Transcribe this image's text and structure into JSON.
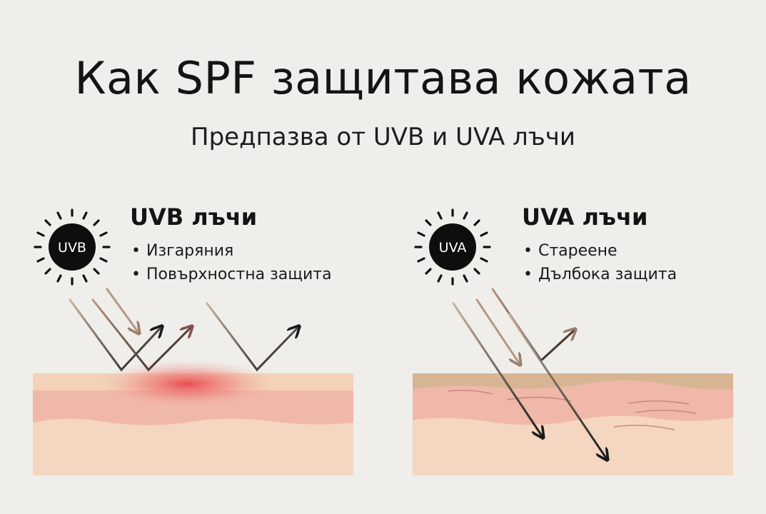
{
  "title": "Как SPF защитава кожата",
  "subtitle": "Предпазва от UVB и UVA лъчи",
  "panels": {
    "uvb": {
      "sun_label": "UVB",
      "heading": "UVB лъчи",
      "bullets": [
        "Изгаряния",
        "Повърхностна защита"
      ]
    },
    "uva": {
      "sun_label": "UVA",
      "heading": "UVA лъчи",
      "bullets": [
        "Стареене",
        "Дълбока защита"
      ]
    }
  },
  "colors": {
    "background": "#efeeea",
    "sun": "#0e0e0e",
    "skin_top": "#f3d2b8",
    "skin_pink": "#f0b8a8",
    "skin_bottom": "#f5d6c0",
    "burn": "#e8454a",
    "uva_top_layer": "#d7b594"
  }
}
